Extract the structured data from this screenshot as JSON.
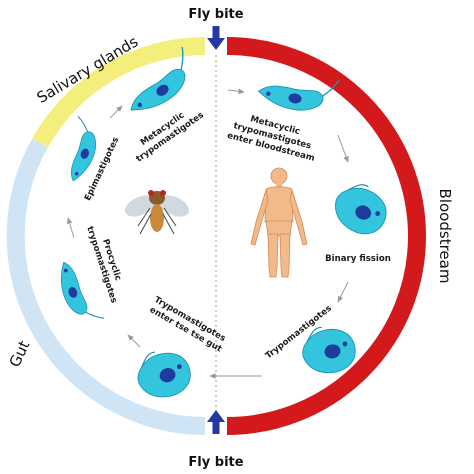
{
  "fly_bite_top": "Fly bite",
  "fly_bite_bottom": "Fly bite",
  "ring": {
    "salivary": "Salivary glands",
    "bloodstream": "Bloodstream",
    "gut": "Gut"
  },
  "stages": {
    "metacyclic_left": [
      "Metacyclic",
      "trypomastigotes"
    ],
    "metacyclic_right": [
      "Metacyclic",
      "trypomastigotes",
      "enter bloodstream"
    ],
    "binary_fission": "Binary fission",
    "trypomastigotes_right": "Trypomastigotes",
    "trypomastigotes_gut": [
      "Trypomastigotes",
      "enter tse tse gut"
    ],
    "procyclic": [
      "Procyclic",
      "trypomastigotes"
    ],
    "epimastigotes": "Epimastigotes"
  },
  "colors": {
    "salivary": "#f4ef7c",
    "bloodstream": "#d3191c",
    "gut": "#cfe4f5",
    "parasite": "#33c4de",
    "nucleus": "#1d3c9b",
    "arrow_blue": "#2438a3"
  },
  "icons": [
    "fly-icon",
    "human-body-icon",
    "parasite-icon",
    "down-arrow-icon",
    "up-arrow-icon"
  ]
}
